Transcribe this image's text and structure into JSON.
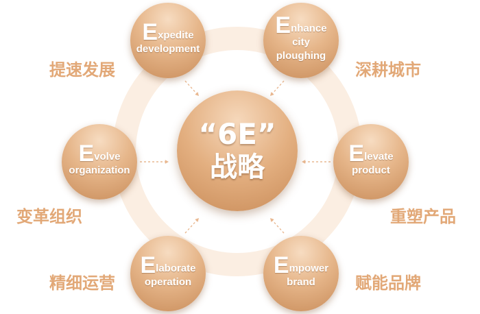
{
  "colors": {
    "ring": "#fbeee2",
    "node_dark": "#c98d5b",
    "node_light": "#f7dcc1",
    "arrow": "#e9b891",
    "chinese_label": "#e2a877"
  },
  "center": {
    "title": "“6E”",
    "subtitle": "战略"
  },
  "nodes": [
    {
      "letter": "E",
      "first_rest": "xpedite",
      "lines": [
        "development"
      ],
      "chinese": "提速发展"
    },
    {
      "letter": "E",
      "first_rest": "nhance",
      "lines": [
        "city",
        "ploughing"
      ],
      "chinese": "深耕城市"
    },
    {
      "letter": "E",
      "first_rest": "volve",
      "lines": [
        "organization"
      ],
      "chinese": "变革组织"
    },
    {
      "letter": "E",
      "first_rest": "levate",
      "lines": [
        "product"
      ],
      "chinese": "重塑产品"
    },
    {
      "letter": "E",
      "first_rest": "laborate",
      "lines": [
        "operation"
      ],
      "chinese": "精细运营"
    },
    {
      "letter": "E",
      "first_rest": "mpower",
      "lines": [
        "brand"
      ],
      "chinese": "赋能品牌"
    }
  ]
}
